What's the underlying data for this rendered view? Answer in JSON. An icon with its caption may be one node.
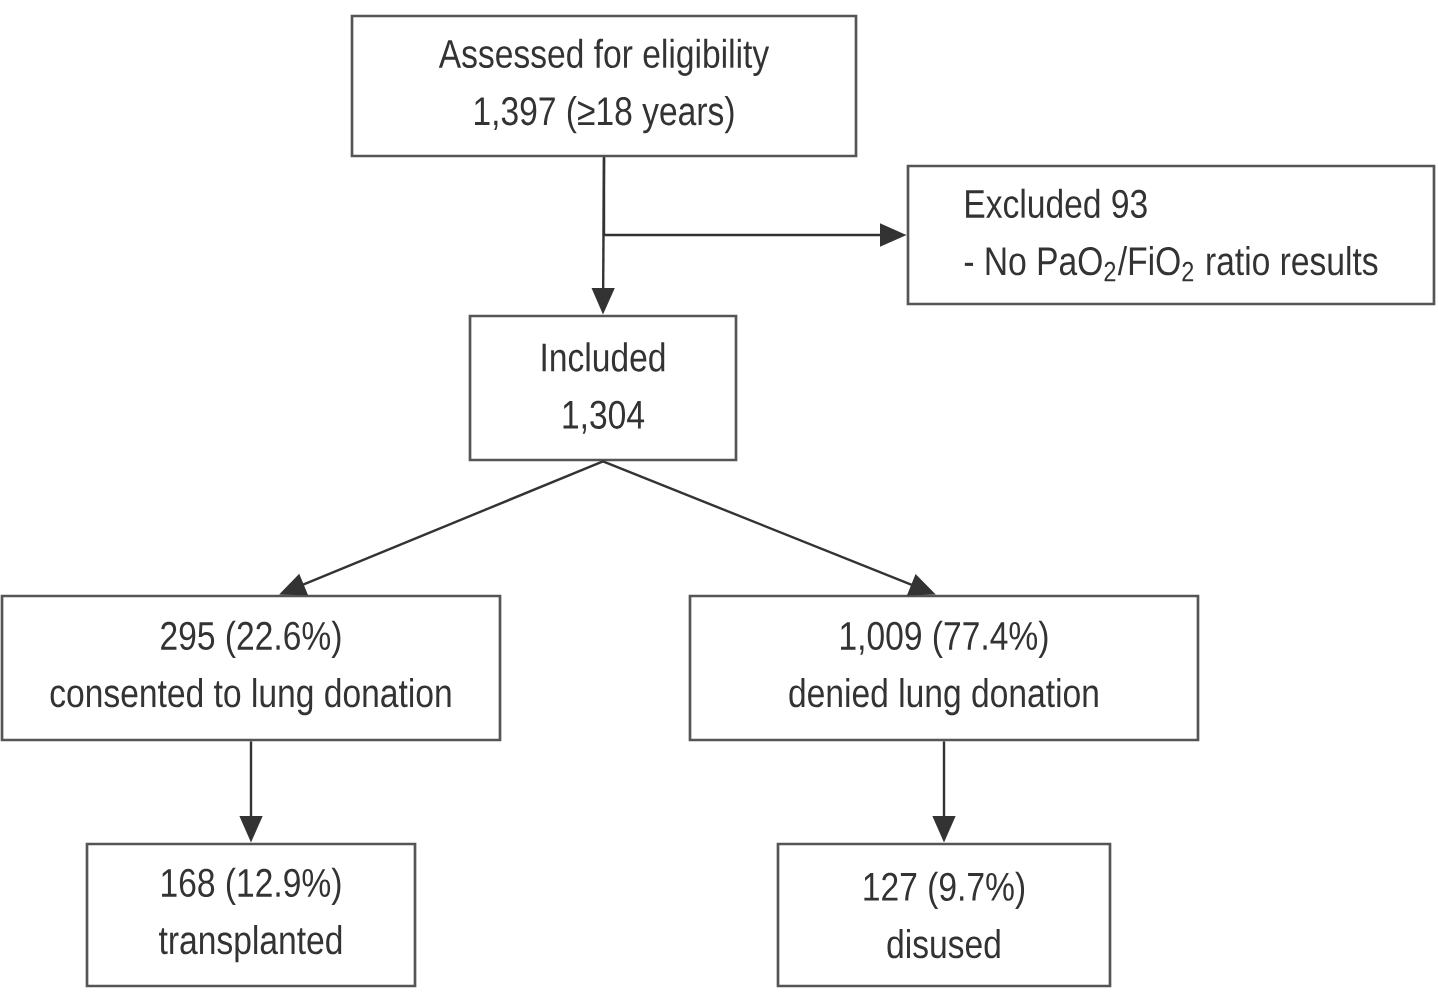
{
  "diagram": {
    "nodes": [
      {
        "text": [
          "Assessed for eligibility",
          "1,397 (≥18 years)"
        ]
      },
      {
        "text": [
          "Excluded 93",
          "- No PaO$_{2}$/FiO$_{2}$ ratio results"
        ]
      },
      {
        "text": [
          "Included",
          "1,304"
        ]
      },
      {
        "text": [
          "295 (22.6%)",
          "consented to lung donation"
        ]
      },
      {
        "text": [
          "1,009 (77.4%)",
          "denied lung donation"
        ]
      },
      {
        "text": [
          "168 (12.9%)",
          "transplanted"
        ]
      },
      {
        "text": [
          "127 (9.7%)",
          "disused"
        ]
      }
    ],
    "edges": [
      {
        "from": 0,
        "to": 2,
        "arrow": "to"
      },
      {
        "from": 0,
        "to": 1,
        "arrow": "to"
      },
      {
        "from": 2,
        "to": 3,
        "arrow": "to"
      },
      {
        "from": 2,
        "to": 4,
        "arrow": "to"
      },
      {
        "from": 3,
        "to": 5,
        "arrow": "to"
      },
      {
        "from": 4,
        "to": 6,
        "arrow": "to"
      }
    ]
  }
}
